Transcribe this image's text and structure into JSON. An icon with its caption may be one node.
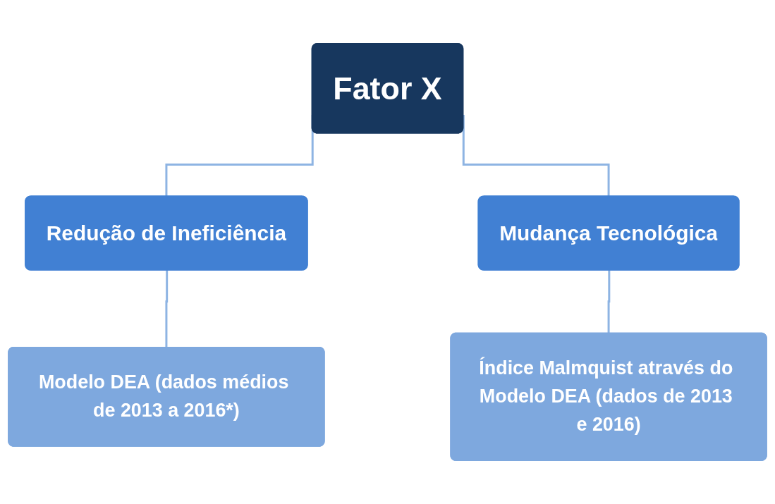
{
  "diagram": {
    "nodes": [
      {
        "text": [
          "Fator X"
        ]
      },
      {
        "text": [
          "Redução de Ineficiência"
        ]
      },
      {
        "text": [
          "Mudança Tecnológica"
        ]
      },
      {
        "text": [
          "Modelo DEA (dados médios de 2013 a 2016*)"
        ]
      },
      {
        "text": [
          "Índice Malmquist através do Modelo DEA (dados de 2013 e 2016)"
        ]
      }
    ],
    "edges": [
      {
        "from": 0,
        "to": 1,
        "arrow": "none"
      },
      {
        "from": 0,
        "to": 2,
        "arrow": "none"
      },
      {
        "from": 1,
        "to": 3,
        "arrow": "none"
      },
      {
        "from": 2,
        "to": 4,
        "arrow": "none"
      }
    ]
  }
}
